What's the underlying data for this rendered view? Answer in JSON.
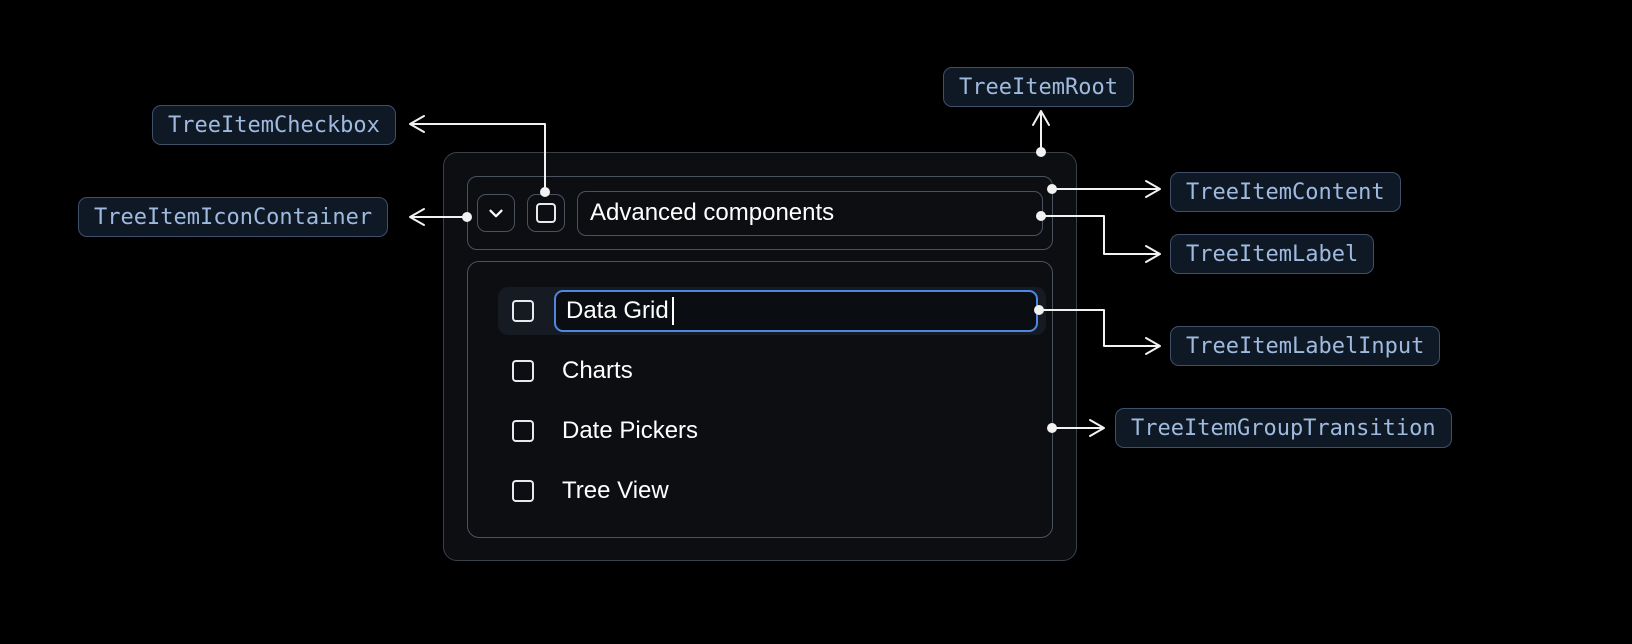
{
  "annotations": {
    "checkbox": "TreeItemCheckbox",
    "root": "TreeItemRoot",
    "icon_container": "TreeItemIconContainer",
    "content": "TreeItemContent",
    "label": "TreeItemLabel",
    "label_input": "TreeItemLabelInput",
    "group_transition": "TreeItemGroupTransition"
  },
  "tree": {
    "parent": {
      "label": "Advanced components",
      "expanded": true,
      "checked": false
    },
    "items": [
      {
        "label": "Data Grid",
        "editing": true,
        "checked": false
      },
      {
        "label": "Charts",
        "checked": false
      },
      {
        "label": "Date Pickers",
        "checked": false
      },
      {
        "label": "Tree View",
        "checked": false
      }
    ]
  },
  "colors": {
    "background": "#000000",
    "chip_bg": "#0f1926",
    "chip_border": "#3e506c",
    "chip_text": "#9fbade",
    "component_border": "#4a525f",
    "root_border": "#3a4149",
    "input_focus_border": "#4f87e0",
    "editing_row_bg": "#151a23",
    "item_text": "#ffffff",
    "arrow": "#f2f2f2"
  }
}
